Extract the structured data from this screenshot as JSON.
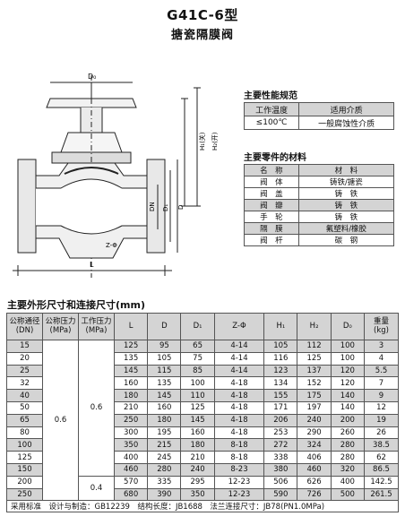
{
  "header": {
    "model": "G41C-6型",
    "name": "搪瓷隔膜阀"
  },
  "drawing": {
    "labels": {
      "d0": "D₀",
      "h1": "H₁(关)",
      "h2": "H₂(开)",
      "dn": "DN",
      "d1": "D₁",
      "d": "D",
      "z": "Z-Φ",
      "l": "L"
    }
  },
  "performance": {
    "title": "主要性能规范",
    "headers": [
      "工作温度",
      "适用介质"
    ],
    "rows": [
      [
        "≤100℃",
        "一般腐蚀性介质"
      ]
    ]
  },
  "parts": {
    "title": "主要零件的材料",
    "headers": [
      "名　称",
      "材　料"
    ],
    "rows": [
      [
        "阀　体",
        "铸铁/搪瓷"
      ],
      [
        "阀　盖",
        "铸　铁"
      ],
      [
        "阀　瓣",
        "铸　铁"
      ],
      [
        "手　轮",
        "铸　铁"
      ],
      [
        "隔　膜",
        "氟塑料/橡胶"
      ],
      [
        "阀　杆",
        "碳　钢"
      ]
    ]
  },
  "dimensions": {
    "title": "主要外形尺寸和连接尺寸(mm)",
    "headers": [
      "公称通径\n(DN)",
      "公称压力\n(MPa)",
      "工作压力\n(MPa)",
      "L",
      "D",
      "D₁",
      "Z-Φ",
      "H₁",
      "H₂",
      "D₀",
      "重量\n(kg)"
    ],
    "nominal_pressure": "0.6",
    "working_pressure_a": "0.6",
    "working_pressure_b": "0.4",
    "rows": [
      [
        "15",
        "125",
        "95",
        "65",
        "4-14",
        "105",
        "112",
        "100",
        "3"
      ],
      [
        "20",
        "135",
        "105",
        "75",
        "4-14",
        "116",
        "125",
        "100",
        "4"
      ],
      [
        "25",
        "145",
        "115",
        "85",
        "4-14",
        "123",
        "137",
        "120",
        "5.5"
      ],
      [
        "32",
        "160",
        "135",
        "100",
        "4-18",
        "134",
        "152",
        "120",
        "7"
      ],
      [
        "40",
        "180",
        "145",
        "110",
        "4-18",
        "155",
        "175",
        "140",
        "9"
      ],
      [
        "50",
        "210",
        "160",
        "125",
        "4-18",
        "171",
        "197",
        "140",
        "12"
      ],
      [
        "65",
        "250",
        "180",
        "145",
        "4-18",
        "206",
        "240",
        "200",
        "19"
      ],
      [
        "80",
        "300",
        "195",
        "160",
        "4-18",
        "253",
        "290",
        "260",
        "26"
      ],
      [
        "100",
        "350",
        "215",
        "180",
        "8-18",
        "272",
        "324",
        "280",
        "38.5"
      ],
      [
        "125",
        "400",
        "245",
        "210",
        "8-18",
        "338",
        "406",
        "280",
        "62"
      ],
      [
        "150",
        "460",
        "280",
        "240",
        "8-23",
        "380",
        "460",
        "320",
        "86.5"
      ],
      [
        "200",
        "570",
        "335",
        "295",
        "12-23",
        "506",
        "626",
        "400",
        "142.5"
      ],
      [
        "250",
        "680",
        "390",
        "350",
        "12-23",
        "590",
        "726",
        "500",
        "261.5"
      ]
    ],
    "footer": "采用标准　设计与制造：GB12239　结构长度：JB1688　法兰连接尺寸：JB78(PN1.0MPa)"
  }
}
